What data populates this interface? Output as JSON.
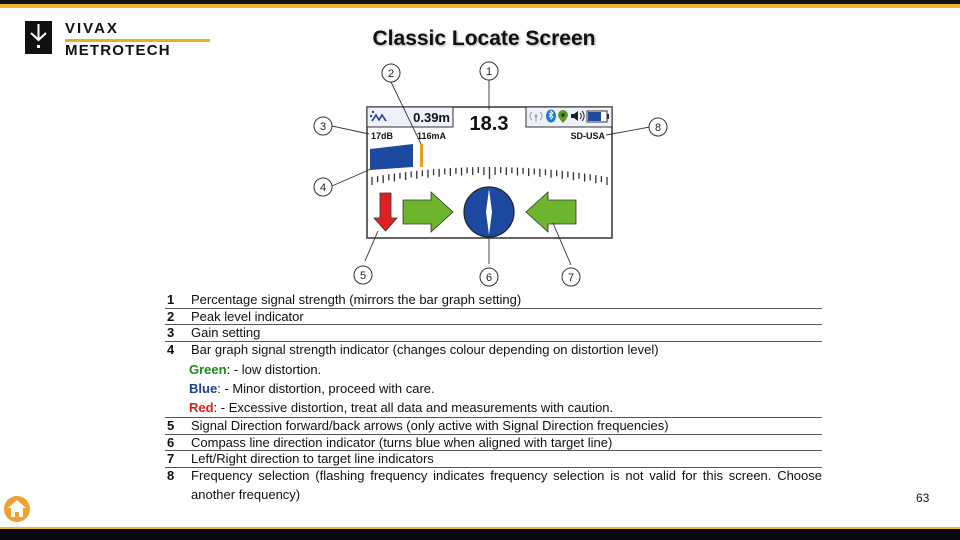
{
  "brand": {
    "line1": "VIVAX",
    "line2": "METROTECH"
  },
  "title": "Classic Locate Screen",
  "colors": {
    "gold": "#f2b824",
    "green": "#1e8a1e",
    "blue": "#1f3f8f",
    "red": "#e0201a",
    "screen_blue": "#1d4aa0",
    "arrow_green": "#6cb52c",
    "arrow_red": "#e02020"
  },
  "screen": {
    "depth": "0.39m",
    "signal_percent": "18.3",
    "gain": "17dB",
    "current": "116mA",
    "frequency": "SD-USA",
    "icons": [
      "antenna-icon",
      "bluetooth-icon",
      "gps-pin-icon",
      "speaker-icon",
      "battery-icon"
    ],
    "mode_icon": "peak-mode-icon"
  },
  "callouts": [
    "1",
    "2",
    "3",
    "4",
    "5",
    "6",
    "7",
    "8"
  ],
  "legend": [
    {
      "num": "1",
      "text": "Percentage signal strength (mirrors the bar graph setting)"
    },
    {
      "num": "2",
      "text": "Peak level indicator"
    },
    {
      "num": "3",
      "text": "Gain setting"
    },
    {
      "num": "4",
      "text": "Bar graph signal strength indicator (changes colour depending on distortion level)",
      "sub": [
        {
          "key": "Green",
          "text": ": - low distortion."
        },
        {
          "key": "Blue",
          "text": ": - Minor distortion, proceed with care."
        },
        {
          "key": "Red",
          "text": ": - Excessive distortion, treat all data and measurements with caution."
        }
      ]
    },
    {
      "num": "5",
      "text": "Signal Direction forward/back arrows (only active with Signal Direction frequencies)"
    },
    {
      "num": "6",
      "text": "Compass line direction indicator (turns blue when aligned with target line)"
    },
    {
      "num": "7",
      "text": "Left/Right direction to target line indicators"
    },
    {
      "num": "8",
      "text": "Frequency selection (flashing frequency indicates frequency selection is not valid for this screen. Choose another frequency)"
    }
  ],
  "page_number": "63",
  "nav": {
    "home_icon": "home-icon"
  }
}
